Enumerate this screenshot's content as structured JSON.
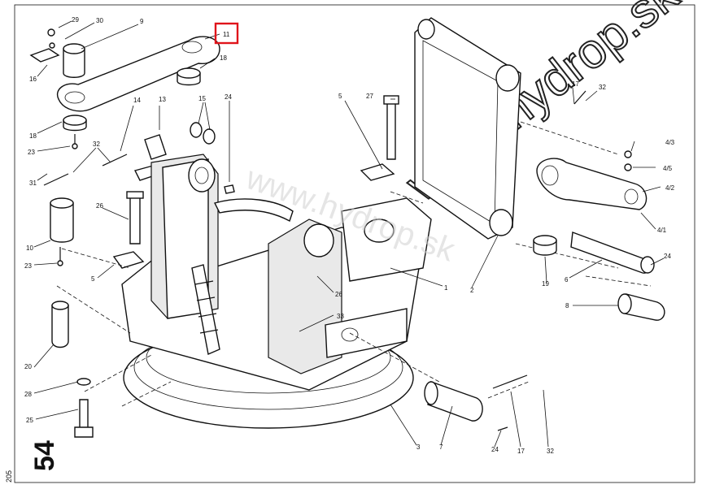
{
  "page_number": "205",
  "figure_number": "54",
  "watermark_large": "www.hydrop.sk",
  "watermark_small": "www.hydrop.sk",
  "highlighted_callout": "11",
  "callouts": [
    {
      "id": "29",
      "label": "29"
    },
    {
      "id": "30",
      "label": "30"
    },
    {
      "id": "9",
      "label": "9"
    },
    {
      "id": "11",
      "label": "11"
    },
    {
      "id": "16",
      "label": "16"
    },
    {
      "id": "18a",
      "label": "18"
    },
    {
      "id": "18b",
      "label": "18"
    },
    {
      "id": "23a",
      "label": "23"
    },
    {
      "id": "14",
      "label": "14"
    },
    {
      "id": "13",
      "label": "13"
    },
    {
      "id": "15",
      "label": "15"
    },
    {
      "id": "24a",
      "label": "24"
    },
    {
      "id": "5a",
      "label": "5"
    },
    {
      "id": "27",
      "label": "27"
    },
    {
      "id": "17a",
      "label": "17"
    },
    {
      "id": "32a",
      "label": "32"
    },
    {
      "id": "32b",
      "label": "32"
    },
    {
      "id": "31",
      "label": "31"
    },
    {
      "id": "4_3",
      "label": "4/3"
    },
    {
      "id": "4_5",
      "label": "4/5"
    },
    {
      "id": "4_2",
      "label": "4/2"
    },
    {
      "id": "4_1",
      "label": "4/1"
    },
    {
      "id": "26a",
      "label": "26"
    },
    {
      "id": "10",
      "label": "10"
    },
    {
      "id": "23b",
      "label": "23"
    },
    {
      "id": "5b",
      "label": "5"
    },
    {
      "id": "1",
      "label": "1"
    },
    {
      "id": "2",
      "label": "2"
    },
    {
      "id": "19",
      "label": "19"
    },
    {
      "id": "6",
      "label": "6"
    },
    {
      "id": "24b",
      "label": "24"
    },
    {
      "id": "8",
      "label": "8"
    },
    {
      "id": "26b",
      "label": "26"
    },
    {
      "id": "33",
      "label": "33"
    },
    {
      "id": "20",
      "label": "20"
    },
    {
      "id": "28",
      "label": "28"
    },
    {
      "id": "25",
      "label": "25"
    },
    {
      "id": "3",
      "label": "3"
    },
    {
      "id": "7",
      "label": "7"
    },
    {
      "id": "24c",
      "label": "24"
    },
    {
      "id": "17b",
      "label": "17"
    },
    {
      "id": "32c",
      "label": "32"
    }
  ]
}
